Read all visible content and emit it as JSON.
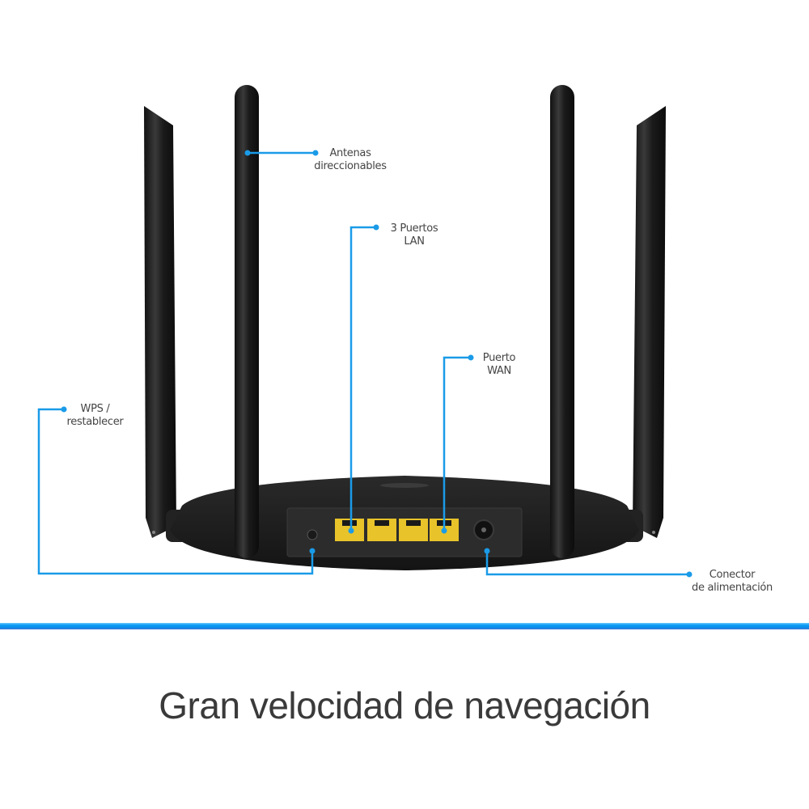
{
  "callouts": {
    "antennas": "Antenas direccionables",
    "antennas_line1": "Antenas",
    "antennas_line2": "direccionables",
    "lan_line1": "3 Puertos",
    "lan_line2": "LAN",
    "wan_line1": "Puerto",
    "wan_line2": "WAN",
    "wps_line1": "WPS /",
    "wps_line2": "restablecer",
    "power_line1": "Conector",
    "power_line2": "de alimentación"
  },
  "headline": "Gran velocidad de navegación",
  "colors": {
    "accent": "#1a9be8",
    "port_yellow": "#e8c32a",
    "router_body": "#1c1c1c",
    "text": "#3a3a3a"
  }
}
